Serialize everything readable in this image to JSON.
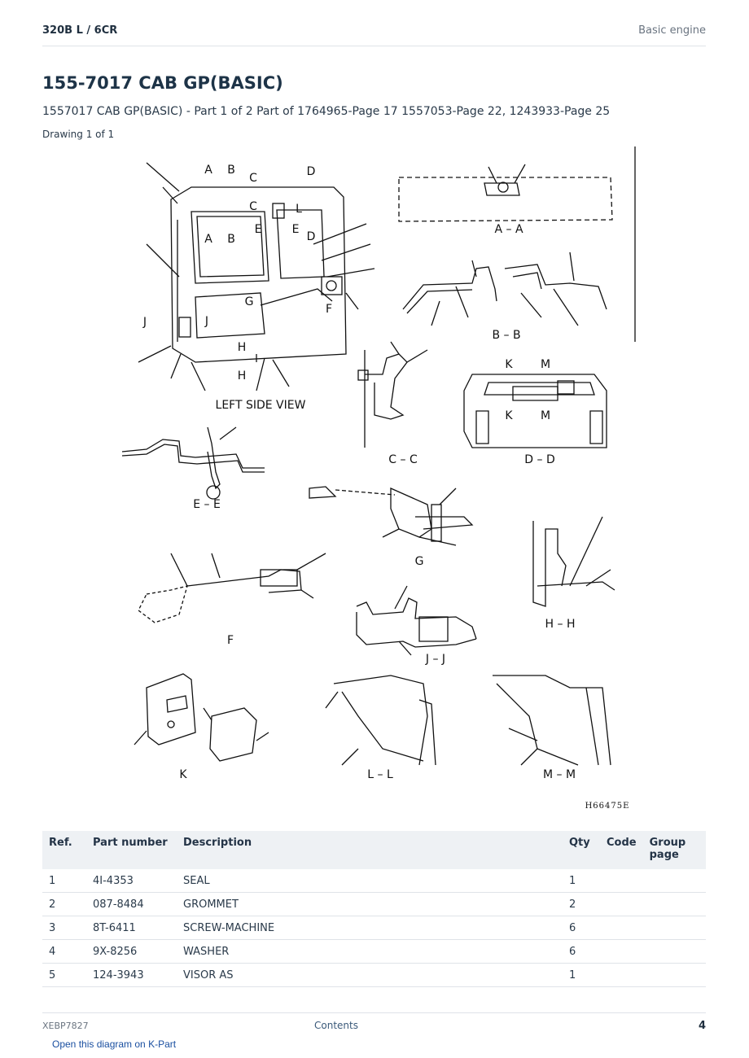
{
  "header": {
    "model": "320B L  /  6CR",
    "section": "Basic engine"
  },
  "title": "155-7017 CAB GP(BASIC)",
  "subtitle": "1557017 CAB GP(BASIC) - Part 1 of 2 Part of 1764965-Page 17 1557053-Page 22, 1243933-Page 25",
  "drawing_label": "Drawing 1 of 1",
  "diagram": {
    "views": {
      "left_side": "LEFT SIDE VIEW",
      "aa": "A – A",
      "bb": "B – B",
      "cc": "C – C",
      "dd": "D – D",
      "ee": "E – E",
      "g": "G",
      "f": "F",
      "hh": "H – H",
      "jj": "J – J",
      "k": "K",
      "ll": "L – L",
      "mm": "M – M"
    },
    "markers": [
      "A",
      "B",
      "C",
      "D",
      "E",
      "F",
      "G",
      "H",
      "J",
      "K",
      "L",
      "M"
    ],
    "drawing_code": "H66475E"
  },
  "table": {
    "headers": [
      "Ref.",
      "Part number",
      "Description",
      "Qty",
      "Code",
      "Group page"
    ],
    "rows": [
      [
        "1",
        "4I-4353",
        "SEAL",
        "1",
        "",
        ""
      ],
      [
        "2",
        "087-8484",
        "GROMMET",
        "2",
        "",
        ""
      ],
      [
        "3",
        "8T-6411",
        "SCREW-MACHINE",
        "6",
        "",
        ""
      ],
      [
        "4",
        "9X-8256",
        "WASHER",
        "6",
        "",
        ""
      ],
      [
        "5",
        "124-3943",
        "VISOR AS",
        "1",
        "",
        ""
      ]
    ]
  },
  "footer": {
    "doc_id": "XEBP7827",
    "contents": "Contents",
    "page": "4",
    "kpart_link": "Open this diagram on K-Part"
  }
}
